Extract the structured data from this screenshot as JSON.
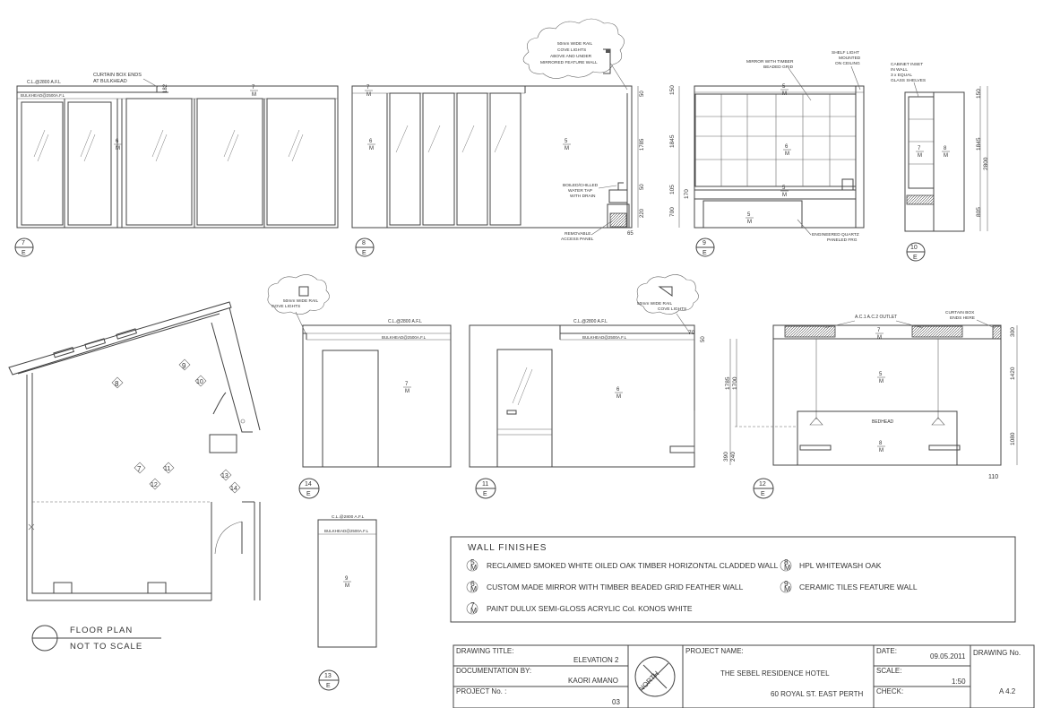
{
  "elevation_7": {
    "ceiling_label": "C.L.@2800 A.F.L",
    "bulkhead_label": "BULKHEAD@2500A.F.L",
    "note_curtain": [
      "CURTAIN BOX ENDS",
      "AT BULKHEAD"
    ],
    "dim_182": "182",
    "tag_top": "7",
    "tag_mid": "6",
    "id": "7",
    "sheet_ref": "E"
  },
  "elevation_8": {
    "cloud_note": [
      "50mm WIDE RAIL",
      "COVE LIGHTS",
      "ABOVE AND UNDER",
      "MIRRORED FEATURE WALL"
    ],
    "tag_top": "7",
    "tag_left": "6",
    "tag_mid": "5",
    "dims": [
      "50",
      "1785",
      "50",
      "220"
    ],
    "dim_bottom": "65",
    "note_tap": [
      "BOILED/CHILLED",
      "WATER TAP",
      "WITH DRAIN"
    ],
    "note_panel": [
      "REMOVABLE",
      "ACCESS PANEL"
    ],
    "id": "8",
    "sheet_ref": "E"
  },
  "elevation_9": {
    "note_mirror": [
      "MIRROR WITH TIMBER",
      "BEADED GRID"
    ],
    "note_shelf": [
      "SHELF LIGHT",
      "MOUNTED",
      "ON CEILING"
    ],
    "note_quartz": [
      "ENGINEERED QUARTZ",
      "PANELED FRG"
    ],
    "dims": [
      "150",
      "1845",
      "105",
      "170",
      "700"
    ],
    "tag_top": "5",
    "tag_grid": "6",
    "tag_counter": "5",
    "tag_base": "5",
    "id": "9",
    "sheet_ref": "E"
  },
  "elevation_10": {
    "note_cabinet": [
      "CABINET INSET",
      "IN WALL",
      "3 x EQUAL",
      "GLASS SHELVES"
    ],
    "dims": [
      "150",
      "1845",
      "2800",
      "805"
    ],
    "tag_cabinet": "7",
    "tag_wall": "8",
    "id": "10",
    "sheet_ref": "E"
  },
  "floor_plan": {
    "title": "FLOOR PLAN",
    "subtitle": "NOT TO SCALE",
    "markers": [
      "8",
      "9",
      "10",
      "7",
      "11",
      "12",
      "13",
      "14"
    ]
  },
  "elevation_14": {
    "cloud_note": [
      "50mm WIDE RAIL",
      "COVE LIGHTS"
    ],
    "ceiling_label": "C.L.@2800 A.F.L",
    "bulkhead_label": "BULKHEAD@2500A.F.L",
    "tag": "7",
    "id": "14",
    "sheet_ref": "E"
  },
  "elevation_11": {
    "cloud_note": [
      "50mm WIDE RAIL",
      "COVE LIGHTS"
    ],
    "ceiling_label": "C.L.@2800 A.F.L",
    "bulkhead_label": "BULKHEAD@2500A.F.L",
    "dims": [
      "70",
      "50"
    ],
    "tag": "6",
    "id": "11",
    "sheet_ref": "E"
  },
  "elevation_12": {
    "note_ac": "A.C.1  A.C.2 OUTLET",
    "note_curtain": [
      "CURTAIN BOX",
      "ENDS HERE"
    ],
    "bedhead": "BEDHEAD",
    "dims_left": [
      "1785",
      "1700",
      "390",
      "240"
    ],
    "dims_right": [
      "300",
      "1420",
      "1080"
    ],
    "dim_bottom": "110",
    "tag_top": "7",
    "tag_mid": "5",
    "tag_bedhead": "8",
    "id": "12",
    "sheet_ref": "E"
  },
  "elevation_13": {
    "ceiling_label": "C.L.@2800 A.F.L",
    "bulkhead_label": "BULKHEAD@2500A.F.L",
    "tag": "9",
    "id": "13",
    "sheet_ref": "E"
  },
  "legend": {
    "title": "WALL FINISHES",
    "unit": "M",
    "items": [
      {
        "code": "5",
        "text": "RECLAIMED SMOKED WHITE OILED OAK TIMBER HORIZONTAL CLADDED WALL"
      },
      {
        "code": "6",
        "text": "CUSTOM MADE MIRROR WITH TIMBER BEADED GRID  FEATHER  WALL"
      },
      {
        "code": "7",
        "text": "PAINT DULUX SEMI-GLOSS ACRYLIC Col. KONOS WHITE"
      },
      {
        "code": "8",
        "text": "HPL WHITEWASH OAK"
      },
      {
        "code": "9",
        "text": "CERAMIC TILES FEATURE WALL"
      }
    ]
  },
  "title_block": {
    "drawing_title_label": "DRAWING  TITLE:",
    "drawing_title": "ELEVATION 2",
    "documentation_label": "DOCUMENTATION BY:",
    "documentation": "KAORI AMANO",
    "project_no_label": "PROJECT No. :",
    "project_no": "03",
    "north": "NORTH",
    "project_name_label": "PROJECT NAME:",
    "project_name": "THE SEBEL RESIDENCE HOTEL",
    "address": "60 ROYAL ST. EAST PERTH",
    "date_label": "DATE:",
    "date": "09.05.2011",
    "scale_label": "SCALE:",
    "scale": "1:50",
    "check_label": "CHECK:",
    "drawing_no_label": "DRAWING No.",
    "drawing_no": "A 4.2"
  }
}
